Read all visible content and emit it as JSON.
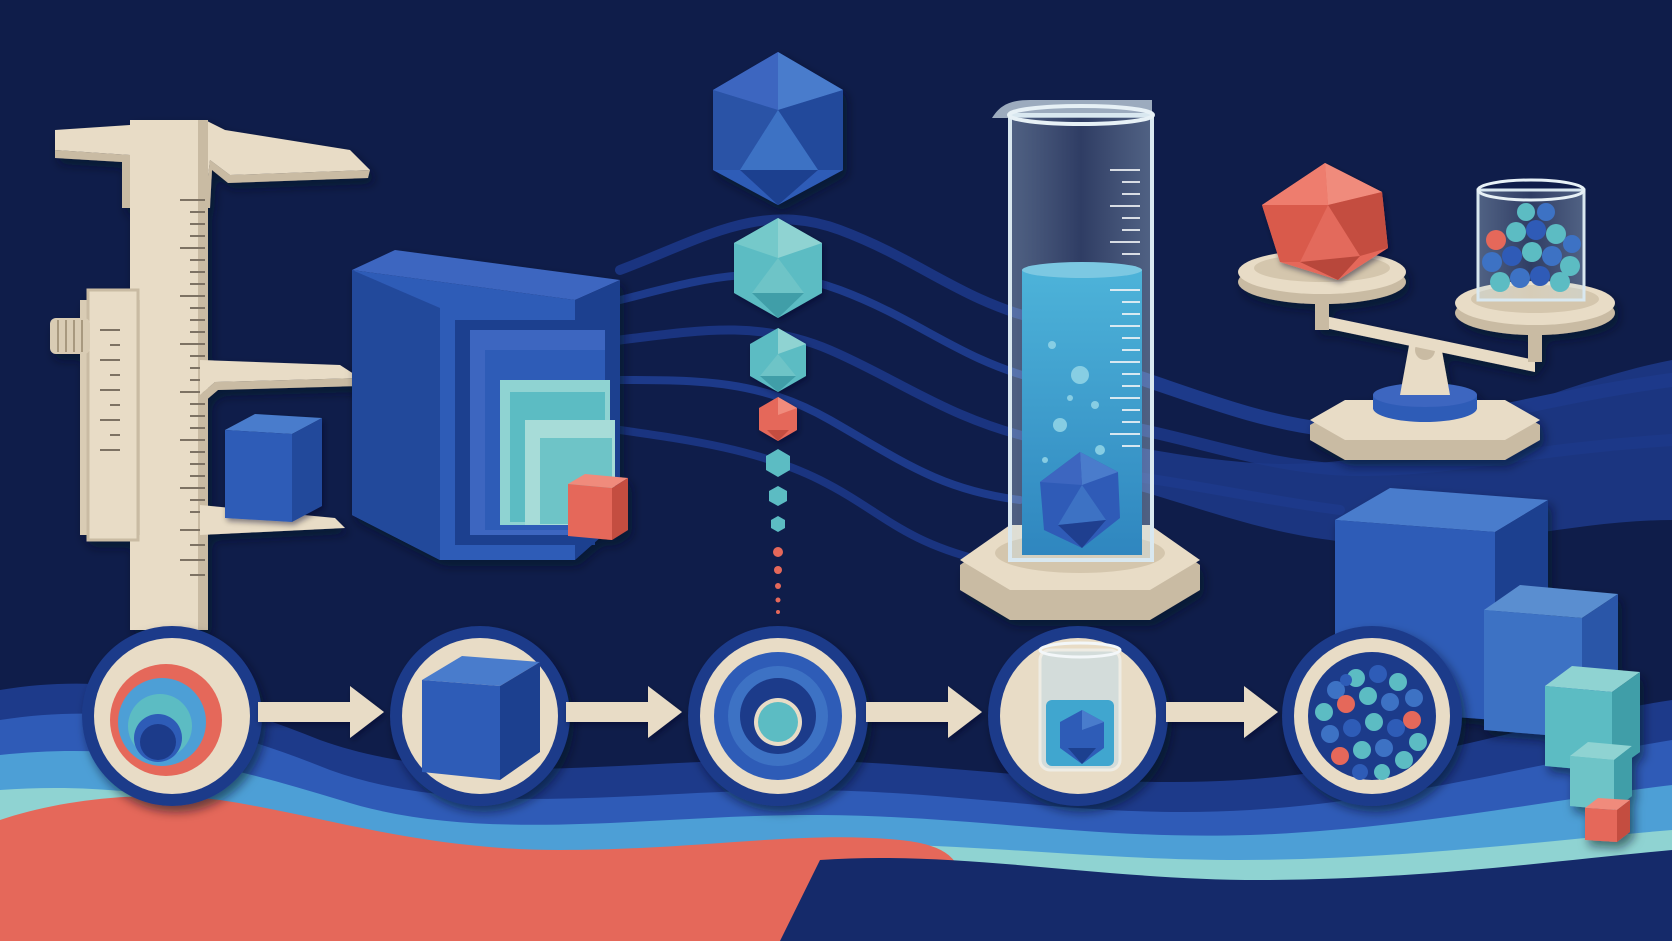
{
  "palette": {
    "background": "#0f1d4a",
    "background_light": "#15285e",
    "navy_ribbon": "#1d3a8a",
    "royal_blue": "#2f5bb7",
    "mid_blue": "#3d72c4",
    "sky_blue": "#4d9fd6",
    "teal": "#5cbcc3",
    "pale_teal": "#8fd3d2",
    "coral": "#e5685a",
    "cream": "#e8dcc6",
    "cream_shadow": "#c9bba3",
    "glass": "#b9d6e6",
    "liquid": "#3fa6cf"
  },
  "illustration": {
    "style": "layered paper craft",
    "objects": [
      {
        "name": "vernier-caliper",
        "icon": "caliper-icon"
      },
      {
        "name": "nested-cubes",
        "icon": "nested-cubes-icon"
      },
      {
        "name": "icosahedron-sequence",
        "icon": "icosahedron-icon"
      },
      {
        "name": "graduated-cylinder",
        "icon": "graduated-cylinder-icon"
      },
      {
        "name": "balance-scale",
        "icon": "balance-scale-icon"
      },
      {
        "name": "stacked-cubes",
        "icon": "stacked-cubes-icon"
      }
    ]
  },
  "process_steps": [
    {
      "icon": "concentric-circles-icon"
    },
    {
      "icon": "cube-icon"
    },
    {
      "icon": "target-icon"
    },
    {
      "icon": "beaker-icon"
    },
    {
      "icon": "spheres-cluster-icon"
    }
  ],
  "connectors": [
    {
      "icon": "arrow-right-icon"
    },
    {
      "icon": "arrow-right-icon"
    },
    {
      "icon": "arrow-right-icon"
    },
    {
      "icon": "arrow-right-icon"
    }
  ]
}
